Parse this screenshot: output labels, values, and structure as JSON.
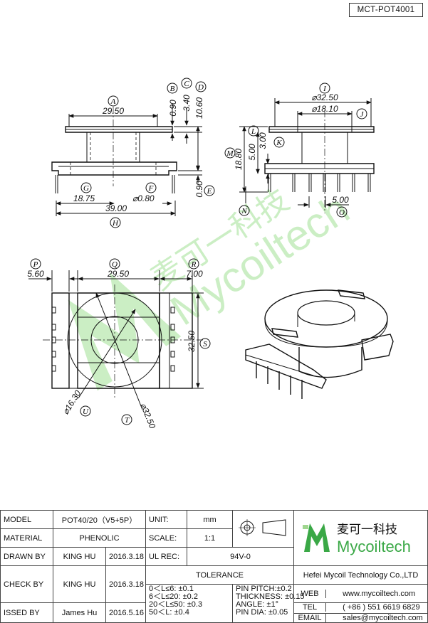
{
  "drawing_code": "MCT-POT4001",
  "watermark": {
    "cn": "麦可一科技",
    "en": "Mycoiltech"
  },
  "callouts": [
    "A",
    "B",
    "C",
    "D",
    "E",
    "F",
    "G",
    "H",
    "I",
    "J",
    "K",
    "L",
    "M",
    "N",
    "O",
    "P",
    "Q",
    "R",
    "S",
    "T",
    "U"
  ],
  "dimensions": {
    "A": "29.50",
    "B": "0.90",
    "C": "3.40",
    "D": "10.60",
    "E": "0.90",
    "F": "⌀0.80",
    "G": "18.75",
    "H": "39.00",
    "I": "⌀32.50",
    "J": "⌀18.10",
    "K": "3.00",
    "L": "5.00",
    "M": "18.80",
    "O": "5.00",
    "P": "5.60",
    "Q": "29.50",
    "R": "7.00",
    "S": "32.50",
    "T": "⌀32.50",
    "U": "⌀16.30"
  },
  "title_block": {
    "model_label": "MODEL",
    "model": "POT40/20（V5+5P）",
    "unit_label": "UNIT:",
    "unit": "mm",
    "material_label": "MATERIAL",
    "material": "PHENOLIC",
    "scale_label": "SCALE:",
    "scale": "1:1",
    "drawn_label": "DRAWN BY",
    "drawn_by": "KING HU",
    "drawn_date": "2016.3.18",
    "ulrec_label": "UL REC:",
    "ulrec": "94V-0",
    "tolerance_label": "TOLERANCE",
    "check_label": "CHECK BY",
    "check_by": "KING HU",
    "check_date": "2016.3.18",
    "issued_label": "ISSED BY",
    "issued_by": "James Hu",
    "issued_date": "2016.5.16",
    "tol_left": [
      "0＜L≤6: ±0.1",
      "6＜L≤20: ±0.2",
      "20＜L≤50: ±0.3",
      "50＜L: ±0.4"
    ],
    "tol_right": [
      "PIN PITCH:±0.2",
      "THICKNESS: ±0.15",
      "ANGLE: ±1°",
      "PIN DIA: ±0.05"
    ],
    "company_cn": "麦可一科技",
    "company_en": "Mycoiltech",
    "company_full": "Hefei Mycoil Technology Co.,LTD",
    "web_label": "WEB",
    "web": "www.mycoiltech.com",
    "tel_label": "TEL",
    "tel": "( +86 ) 551 6619 6829",
    "email_label": "EMAIL",
    "email": "sales@mycoiltech.com"
  },
  "colors": {
    "watermark": "#b9e8b0",
    "brand_green": "#3aa846",
    "line": "#111111"
  }
}
